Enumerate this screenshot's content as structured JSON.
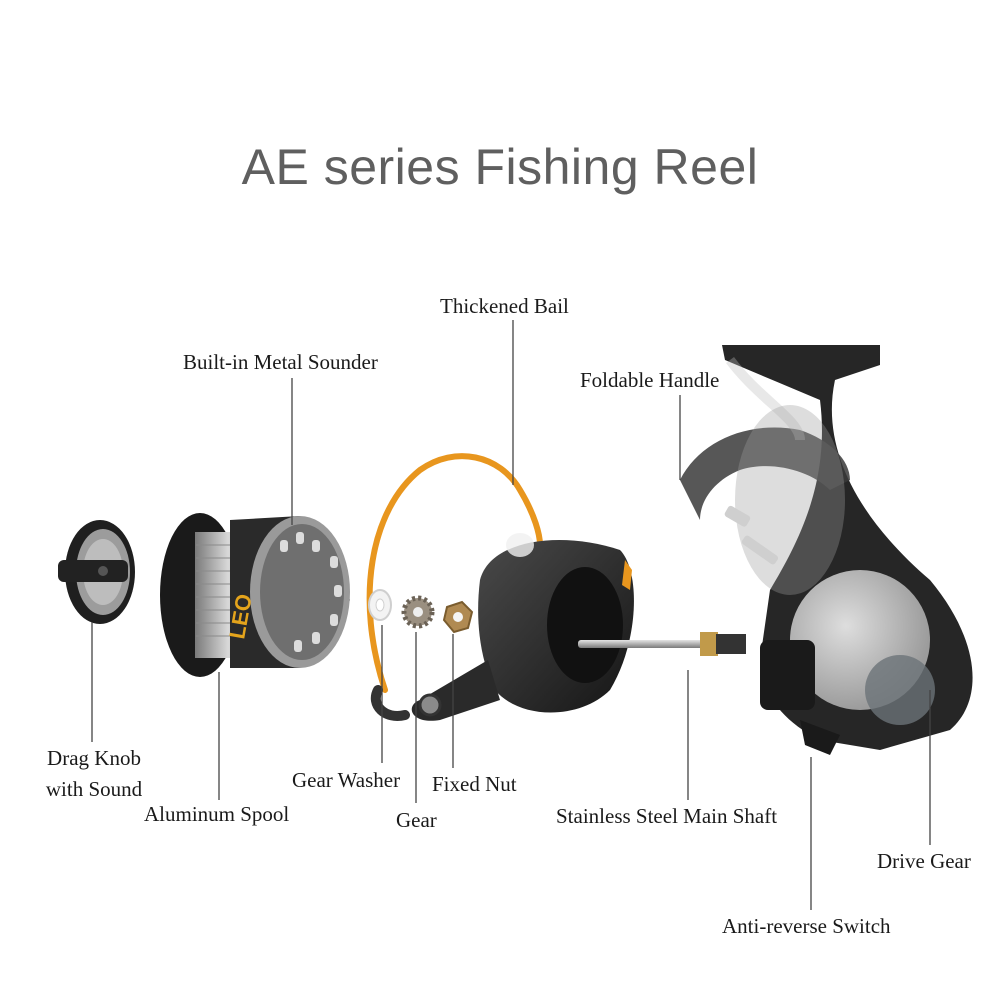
{
  "title": "AE series Fishing Reel",
  "brand_text": "LEO",
  "labels": {
    "drag_knob_line1": "Drag Knob",
    "drag_knob_line2": "with Sound",
    "aluminum_spool": "Aluminum Spool",
    "metal_sounder": "Built-in Metal Sounder",
    "gear_washer": "Gear Washer",
    "gear": "Gear",
    "fixed_nut": "Fixed Nut",
    "thickened_bail": "Thickened Bail",
    "foldable_handle": "Foldable Handle",
    "main_shaft": "Stainless Steel Main Shaft",
    "drive_gear": "Drive Gear",
    "anti_reverse": "Anti-reverse Switch"
  },
  "colors": {
    "title": "#5f5f5f",
    "leader_line": "#444444",
    "bail": "#e8961e",
    "body_dark": "#2b2b2b",
    "metal": "#b8b8b8"
  }
}
